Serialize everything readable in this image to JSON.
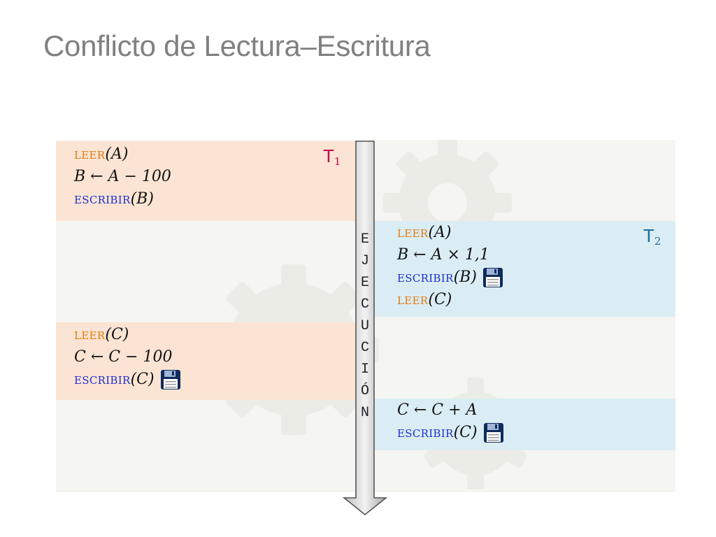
{
  "title": "Conflicto de Lectura–Escritura",
  "colors": {
    "t1_band": "#fbe4d3",
    "t2_band": "#daedf4",
    "leer": "#e07a10",
    "escribir": "#1f2ecc",
    "t1_label": "#c4004a",
    "t2_label": "#1a6f99",
    "title": "#808080"
  },
  "transactions": [
    {
      "name": "T",
      "sub": "1",
      "blocks": [
        {
          "lines": [
            {
              "kind": "op",
              "op": "leer",
              "arg": "(A)"
            },
            {
              "kind": "assign",
              "lhs": "B",
              "arrow": "←",
              "rhs": "A − 100"
            },
            {
              "kind": "op",
              "op": "escribir",
              "arg": "(B)"
            }
          ]
        },
        {
          "lines": [
            {
              "kind": "op",
              "op": "leer",
              "arg": "(C)"
            },
            {
              "kind": "assign",
              "lhs": "C",
              "arrow": "←",
              "rhs": "C − 100"
            },
            {
              "kind": "op",
              "op": "escribir",
              "arg": "(C)",
              "icon": "floppy-disk-icon"
            }
          ]
        }
      ]
    },
    {
      "name": "T",
      "sub": "2",
      "blocks": [
        {
          "lines": [
            {
              "kind": "op",
              "op": "leer",
              "arg": "(A)"
            },
            {
              "kind": "assign",
              "lhs": "B",
              "arrow": "←",
              "rhs": "A × 1,1"
            },
            {
              "kind": "op",
              "op": "escribir",
              "arg": "(B)",
              "icon": "floppy-disk-icon"
            },
            {
              "kind": "op",
              "op": "leer",
              "arg": "(C)"
            }
          ]
        },
        {
          "lines": [
            {
              "kind": "assign",
              "lhs": "C",
              "arrow": "←",
              "rhs": "C + A"
            },
            {
              "kind": "op",
              "op": "escribir",
              "arg": "(C)",
              "icon": "floppy-disk-icon"
            }
          ]
        }
      ]
    }
  ],
  "execution_letters": [
    "E",
    "J",
    "E",
    "C",
    "U",
    "C",
    "I",
    "Ó",
    "N"
  ]
}
